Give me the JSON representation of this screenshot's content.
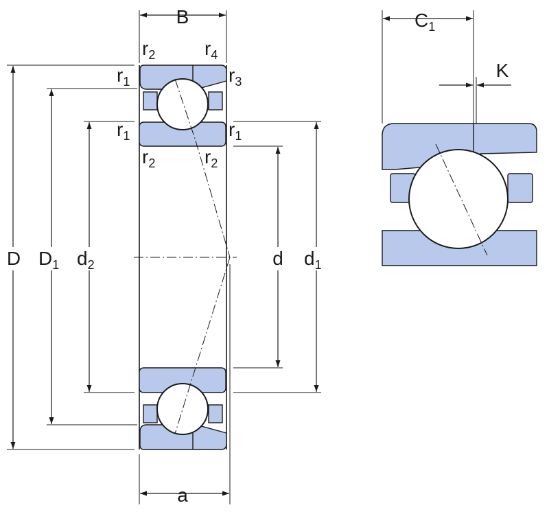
{
  "colors": {
    "ring_fill": "#b8c9ec",
    "line": "#1a1a1a",
    "background": "#ffffff"
  },
  "labels": {
    "B": "B",
    "a": "a",
    "D": "D",
    "D1": "D",
    "D1_sub": "1",
    "d2": "d",
    "d2_sub": "2",
    "d": "d",
    "d1": "d",
    "d1_sub": "1",
    "C1": "C",
    "C1_sub": "1",
    "K": "K",
    "r": "r",
    "r_sub_1": "1",
    "r_sub_2": "2",
    "r_sub_3": "3",
    "r_sub_4": "4"
  }
}
